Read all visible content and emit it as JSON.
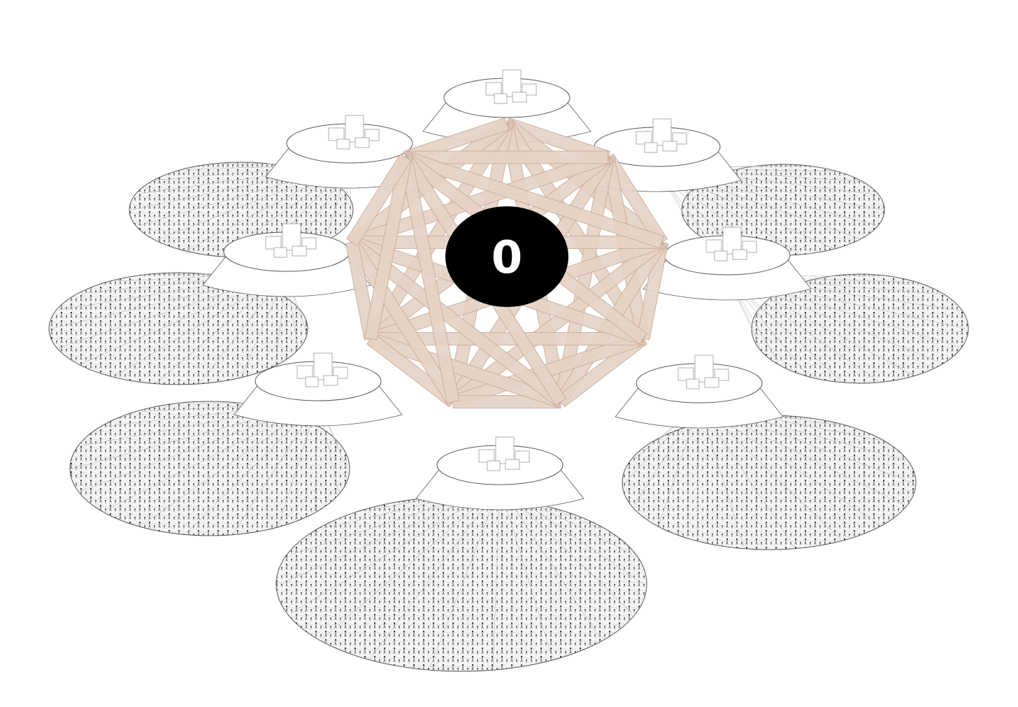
{
  "diagram": {
    "center_label": "0",
    "colors": {
      "background": "#ffffff",
      "center_fill": "#000000",
      "center_text": "#ffffff",
      "beam_fill": "#e6d3c6",
      "beam_stroke": "#c9ab98",
      "crowd_fill": "#f4f4f4",
      "crowd_dot": "#222222",
      "platform_fill": "#ffffff",
      "outline": "#555555"
    },
    "cluster_count": 9,
    "link_pattern": "all-to-all",
    "icons": {
      "center": "hub-node-icon",
      "platform": "building-cluster-icon",
      "crowd": "crowd-people-icon",
      "link": "bridge-beam-icon"
    }
  }
}
